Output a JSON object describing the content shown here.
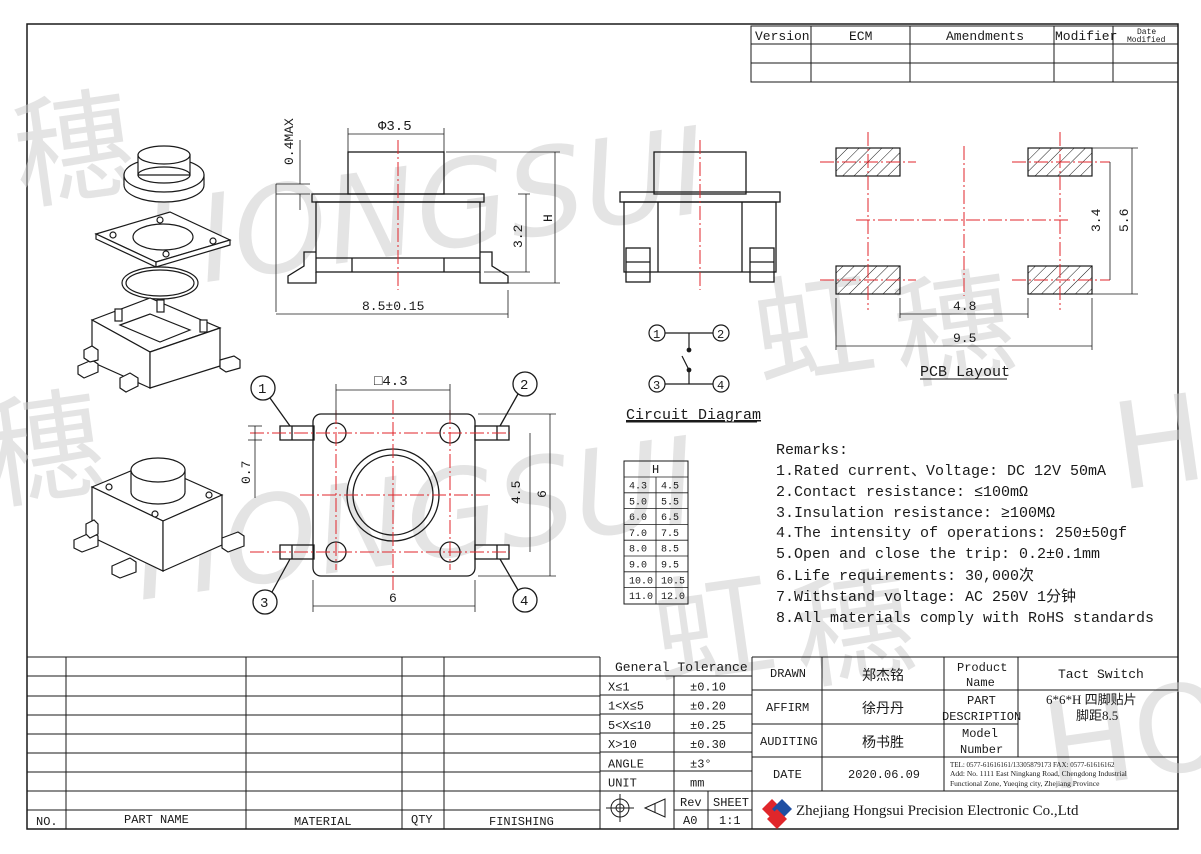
{
  "revision_table": {
    "headers": [
      "Version",
      "ECM",
      "Amendments",
      "Modifier",
      "Date",
      "Modified"
    ]
  },
  "watermark": [
    "穗",
    "HONGSUI",
    "虹",
    "穗",
    "穗",
    "HONGSUI",
    "虹",
    "穗",
    "H",
    "HO"
  ],
  "dimensions": {
    "side_view": {
      "diameter": "Φ3.5",
      "max": "0.4MAX",
      "height_label": "H",
      "body_height": "3.2",
      "width": "8.5±0.15"
    },
    "top_view": {
      "square": "□4.3",
      "pitch_small": "0.7",
      "pitch_inner": "4.5",
      "side_right": "6",
      "side_bottom": "6"
    },
    "pcb": {
      "pitch_v": "3.4",
      "height": "5.6",
      "pitch_h": "4.8",
      "width": "9.5"
    },
    "pins": [
      "1",
      "2",
      "3",
      "4"
    ]
  },
  "labels": {
    "circuit": "Circuit Diagram",
    "pcb": "PCB Layout"
  },
  "h_table": {
    "header": "H",
    "rows": [
      [
        "4.3",
        "4.5"
      ],
      [
        "5.0",
        "5.5"
      ],
      [
        "6.0",
        "6.5"
      ],
      [
        "7.0",
        "7.5"
      ],
      [
        "8.0",
        "8.5"
      ],
      [
        "9.0",
        "9.5"
      ],
      [
        "10.0",
        "10.5"
      ],
      [
        "11.0",
        "12.0"
      ]
    ]
  },
  "remarks": {
    "title": "Remarks:",
    "items": [
      "1.Rated current、Voltage: DC 12V 50mA",
      "2.Contact resistance: ≤100mΩ",
      "3.Insulation resistance: ≥100MΩ",
      "4.The intensity of operations: 250±50gf",
      "5.Open and close the trip: 0.2±0.1mm",
      "6.Life requirements: 30,000次",
      "7.Withstand voltage: AC 250V 1分钟",
      "8.All materials comply with RoHS standards"
    ]
  },
  "parts_table": {
    "headers": [
      "NO.",
      "PART NAME",
      "MATERIAL",
      "QTY",
      "FINISHING"
    ]
  },
  "tolerance": {
    "title": "General Tolerance",
    "rows": [
      [
        "X≤1",
        "±0.10"
      ],
      [
        "1<X≤5",
        "±0.20"
      ],
      [
        "5<X≤10",
        "±0.25"
      ],
      [
        "X>10",
        "±0.30"
      ],
      [
        "ANGLE",
        "±3°"
      ],
      [
        "UNIT",
        "mm"
      ]
    ],
    "rev_label": "Rev",
    "rev_value": "A0",
    "sheet_label": "SHEET",
    "sheet_value": "1:1"
  },
  "title_block": {
    "drawn_label": "DRAWN",
    "drawn_value": "郑杰铭",
    "affirm_label": "AFFIRM",
    "affirm_value": "徐丹丹",
    "auditing_label": "AUDITING",
    "auditing_value": "杨书胜",
    "date_label": "DATE",
    "date_value": "2020.06.09",
    "product_name_label_1": "Product",
    "product_name_label_2": "Name",
    "product_name_value": "Tact Switch",
    "part_desc_label_1": "PART",
    "part_desc_label_2": "DESCRIPTION",
    "part_desc_value_1": "6*6*H 四脚贴片",
    "part_desc_value_2": "脚距8.5",
    "model_label_1": "Model",
    "model_label_2": "Number",
    "contact_1": "TEL: 0577-61616161/13305879173   FAX: 0577-61616162",
    "contact_2": "Add: No. 1111 East Ningkang Road, Chengdong Industrial",
    "contact_3": "Functional Zone, Yueqing city, Zhejiang Province",
    "company": "Zhejiang Hongsui Precision Electronic Co.,Ltd"
  },
  "colors": {
    "centerline": "#e0262b",
    "logo_red": "#e0262b",
    "logo_blue": "#1f4fa3",
    "ink": "#1a1a1a"
  }
}
